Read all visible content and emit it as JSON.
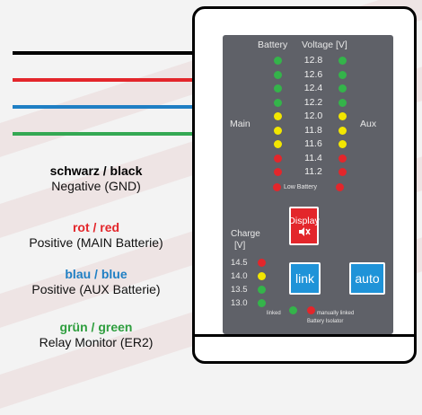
{
  "wires": [
    {
      "name": "black",
      "color": "#000000"
    },
    {
      "name": "red",
      "color": "#e3262b"
    },
    {
      "name": "blue",
      "color": "#1f7fc4"
    },
    {
      "name": "green",
      "color": "#34a853"
    }
  ],
  "legend": [
    {
      "title": "schwarz / black",
      "desc": "Negative (GND)",
      "color": "#000000"
    },
    {
      "title": "rot / red",
      "desc": "Positive (MAIN Batterie)",
      "color": "#e3262b"
    },
    {
      "title": "blau / blue",
      "desc": "Positive (AUX Batterie)",
      "color": "#1f7fc4"
    },
    {
      "title": "grün / green",
      "desc": "Relay Monitor (ER2)",
      "color": "#2e9e3e"
    }
  ],
  "panel": {
    "header_battery": "Battery",
    "header_voltage": "Voltage  [V]",
    "main_label": "Main",
    "aux_label": "Aux",
    "voltages": [
      "12.8",
      "12.6",
      "12.4",
      "12.2",
      "12.0",
      "11.8",
      "11.6",
      "11.4",
      "11.2"
    ],
    "voltage_led_colors": [
      "green",
      "green",
      "green",
      "green",
      "yellow",
      "yellow",
      "yellow",
      "red",
      "red"
    ],
    "low_battery": "Low Battery",
    "charge_label": "Charge",
    "charge_unit": "[V]",
    "charge_levels": [
      "14.5",
      "14.0",
      "13.5",
      "13.0"
    ],
    "charge_led_colors": [
      "red",
      "yellow",
      "green",
      "green"
    ],
    "display_button": "Display",
    "display_icon": "speaker-mute-icon",
    "link_button": "link",
    "auto_button": "auto",
    "linked_label": "linked",
    "manually_linked_label": "manually linked",
    "isolator_label": "Battery Isolator"
  }
}
